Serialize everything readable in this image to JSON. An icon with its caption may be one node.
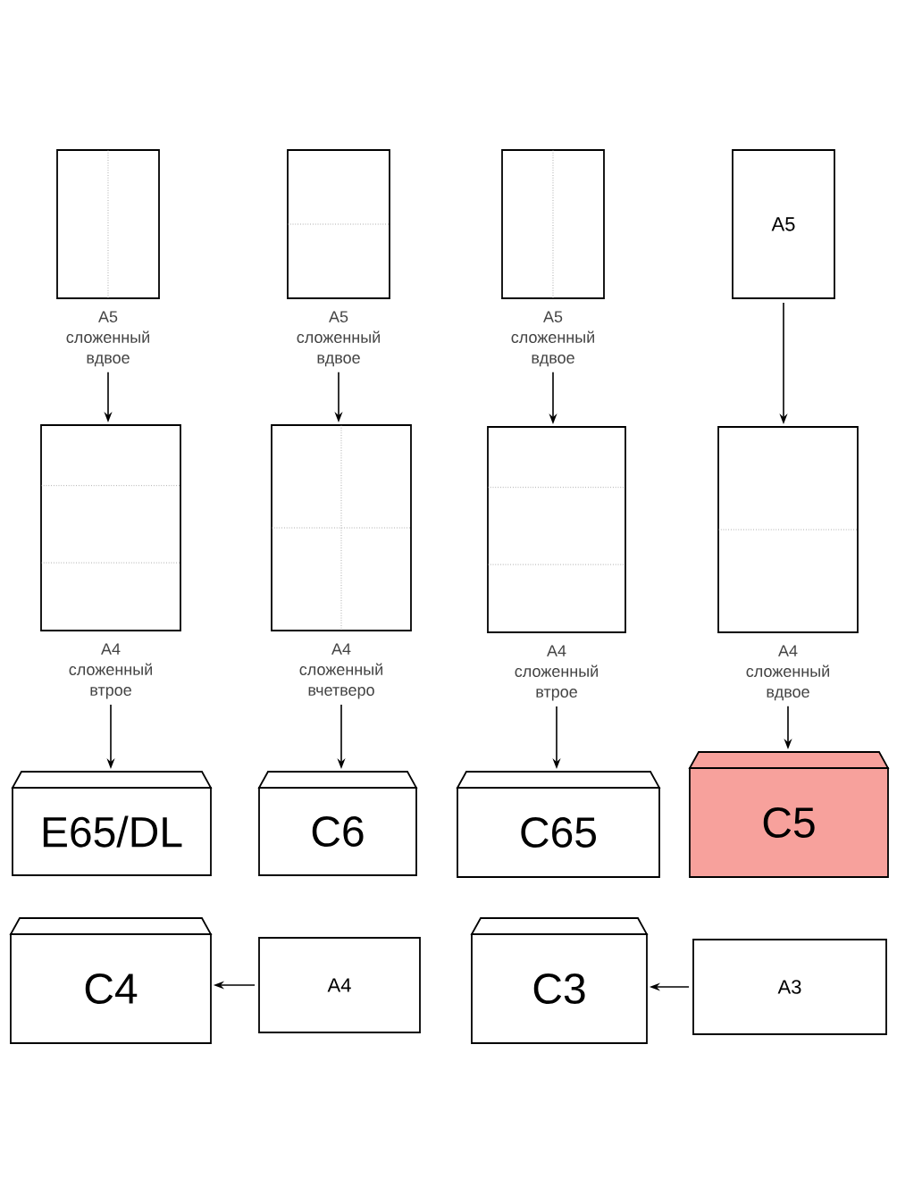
{
  "diagram": {
    "nodes": [
      {
        "text": [],
        "shape": "box",
        "beside": [
          "A5 сложенный вдвое"
        ]
      },
      {
        "text": [],
        "shape": "box",
        "beside": [
          "A5 сложенный вдвое"
        ]
      },
      {
        "text": [],
        "shape": "box",
        "beside": [
          "A5 сложенный вдвое"
        ]
      },
      {
        "text": [
          "A5"
        ]
      },
      {
        "text": [],
        "shape": "box",
        "beside": [
          "A4 сложенный втрое"
        ]
      },
      {
        "text": [],
        "shape": "box",
        "beside": [
          "A4 сложенный вчетверо"
        ]
      },
      {
        "text": [],
        "shape": "box",
        "beside": [
          "A4 сложенный втрое"
        ]
      },
      {
        "text": [],
        "shape": "box",
        "beside": [
          "A4 сложенный вдвое"
        ]
      },
      {
        "text": [
          "E65/DL"
        ]
      },
      {
        "text": [
          "C6"
        ]
      },
      {
        "text": [
          "C65"
        ]
      },
      {
        "text": [
          "C5"
        ]
      },
      {
        "text": [
          "C4"
        ]
      },
      {
        "text": [
          "A4"
        ]
      },
      {
        "text": [
          "C3"
        ]
      },
      {
        "text": [
          "A3"
        ]
      }
    ],
    "edges": [
      {
        "from": 0,
        "to": 4,
        "arrow": "to"
      },
      {
        "from": 1,
        "to": 5,
        "arrow": "to"
      },
      {
        "from": 2,
        "to": 6,
        "arrow": "to"
      },
      {
        "from": 3,
        "to": 7,
        "arrow": "to"
      },
      {
        "from": 4,
        "to": 8,
        "arrow": "to"
      },
      {
        "from": 5,
        "to": 9,
        "arrow": "to"
      },
      {
        "from": 6,
        "to": 10,
        "arrow": "to"
      },
      {
        "from": 7,
        "to": 11,
        "arrow": "to"
      },
      {
        "from": 13,
        "to": 12,
        "arrow": "to"
      },
      {
        "from": 15,
        "to": 14,
        "arrow": "to"
      }
    ]
  }
}
